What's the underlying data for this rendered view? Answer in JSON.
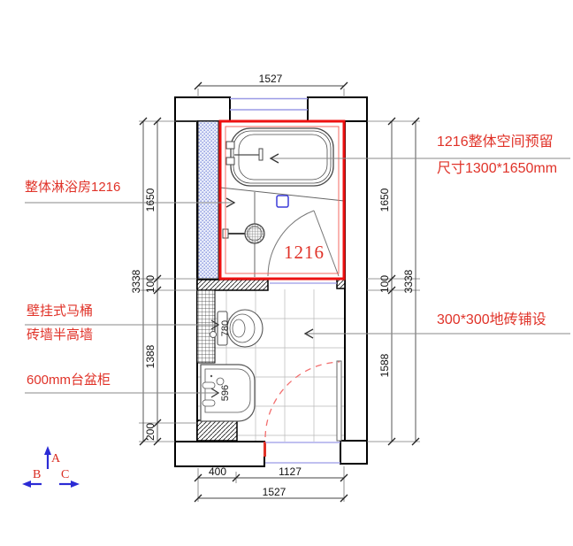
{
  "plan": {
    "shower_room_label": "1216",
    "toilet_offset": "780",
    "basin_width": "596"
  },
  "annotations": {
    "shower": "整体淋浴房1216",
    "toilet": "壁挂式马桶",
    "toilet_wall": "砖墙半高墙",
    "vanity": "600mm台盆柜",
    "reserved_space_line1": "1216整体空间预留",
    "reserved_space_line2": "尺寸1300*1650mm",
    "floor_tile": "300*300地砖铺设"
  },
  "dimensions": {
    "top_width": "1527",
    "bottom_segments": [
      "400",
      "1127"
    ],
    "bottom_total": "1527",
    "left_segments": [
      "1650",
      "100",
      "1388",
      "200"
    ],
    "left_total": "3338",
    "right_segments": [
      "1650",
      "100",
      "1588"
    ],
    "right_total": "3338"
  },
  "compass": {
    "up": "A",
    "left": "B",
    "right": "C"
  },
  "colors": {
    "annotation_red": "#e03228",
    "highlight_red": "#ee1010",
    "door_swing_red": "#f26d6d",
    "window_blue": "#9a9ae6",
    "compass_blue": "#2b2bd5"
  }
}
